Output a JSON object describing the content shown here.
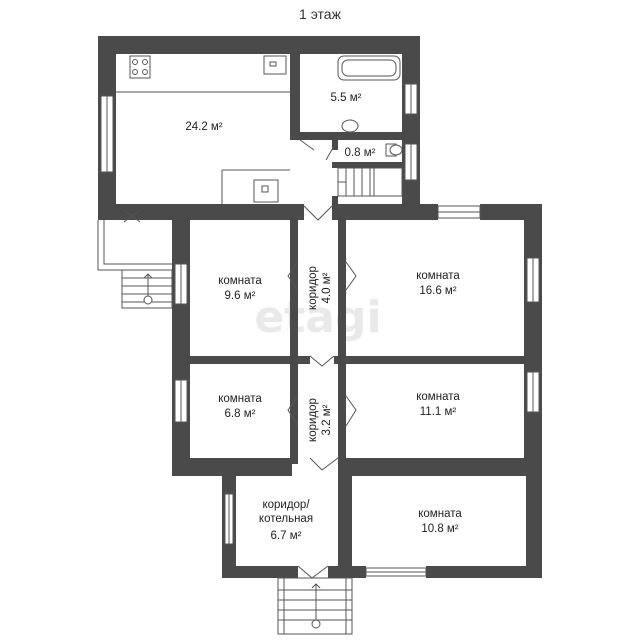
{
  "floor_title": "1 этаж",
  "watermark": "etagi",
  "rooms": {
    "kitchen": {
      "area": "24.2 м²"
    },
    "bathroom": {
      "area": "5.5 м²"
    },
    "wc": {
      "area": "0.8 м²"
    },
    "room1": {
      "name": "комната",
      "area": "9.6 м²"
    },
    "room2": {
      "name": "комната",
      "area": "16.6 м²"
    },
    "room3": {
      "name": "комната",
      "area": "6.8 м²"
    },
    "room4": {
      "name": "комната",
      "area": "11.1 м²"
    },
    "room5": {
      "name": "комната",
      "area": "10.8 м²"
    },
    "corridor1": {
      "name": "коридор",
      "area": "4.0 м²"
    },
    "corridor2": {
      "name": "коридор",
      "area": "3.2 м²"
    },
    "boiler": {
      "name_line1": "коридор/",
      "name_line2": "котельная",
      "area": "6.7 м²"
    }
  },
  "colors": {
    "wall": "#4a4a4a",
    "line": "#555555",
    "watermark": "#e9e9e9"
  }
}
